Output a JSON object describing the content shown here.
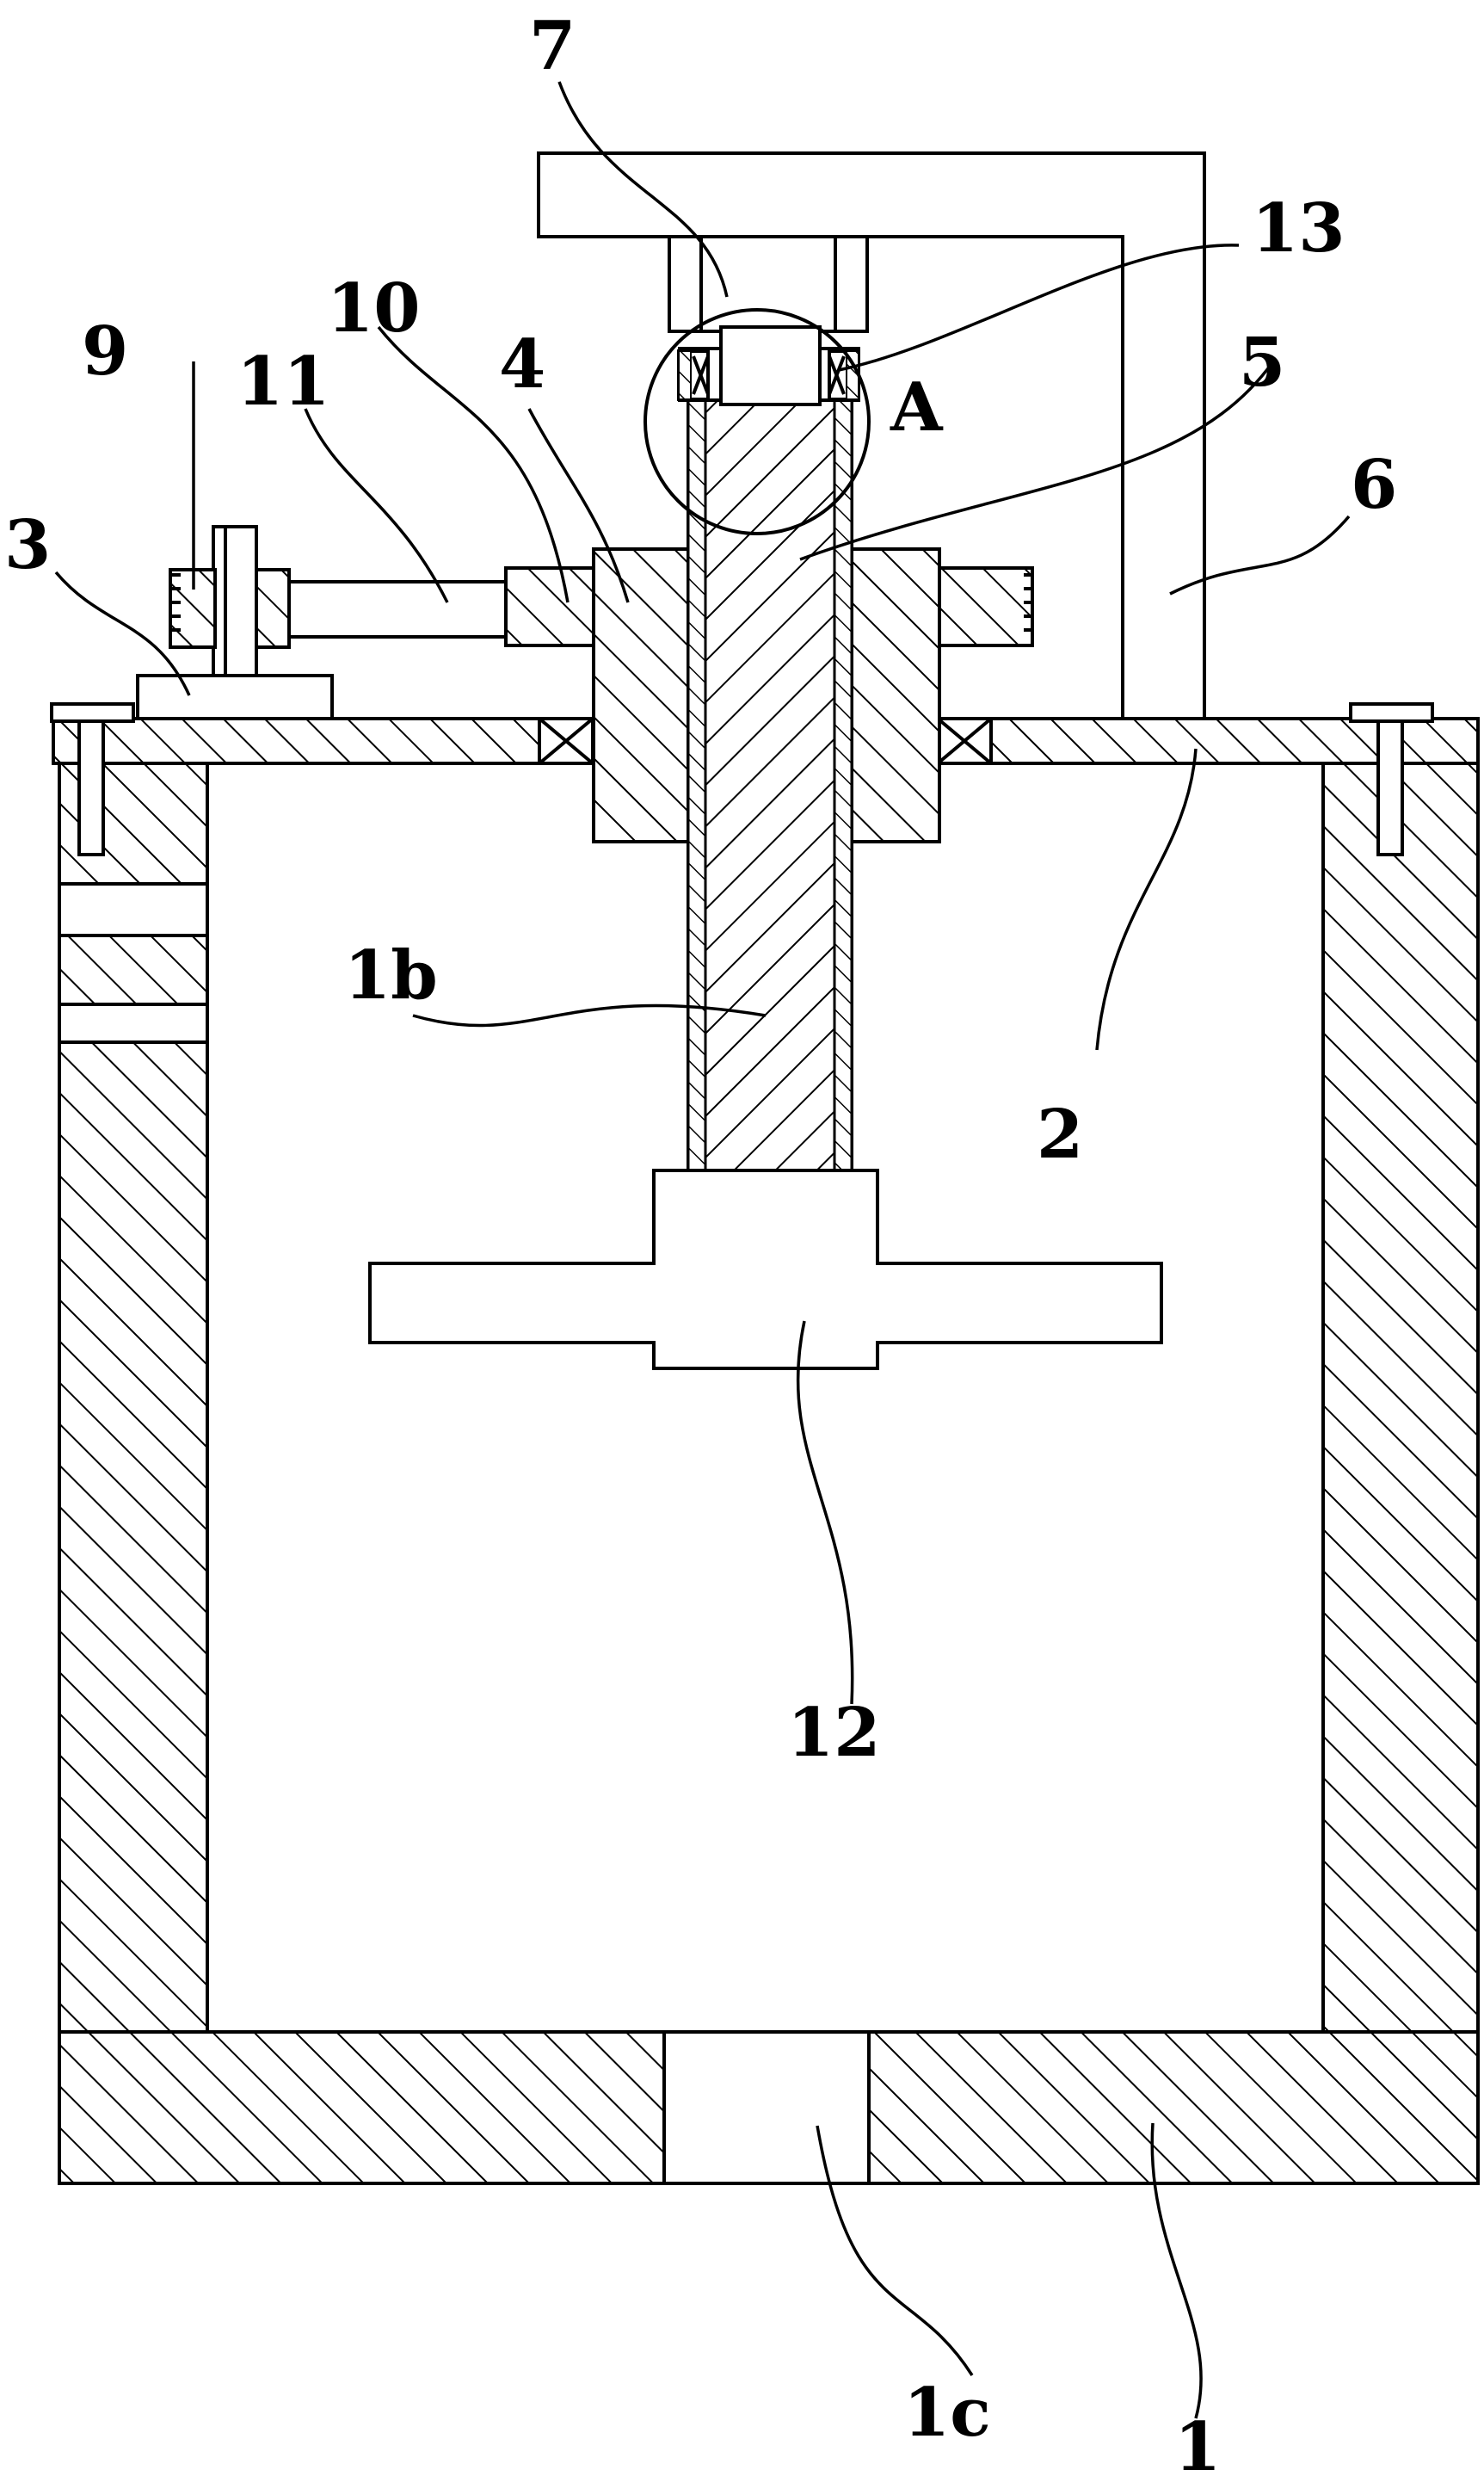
{
  "labels": {
    "l7": "7",
    "l13": "13",
    "lA": "A",
    "l5": "5",
    "l10": "10",
    "l9": "9",
    "l11": "11",
    "l4": "4",
    "l3": "3",
    "l6": "6",
    "l1b": "1b",
    "l2": "2",
    "l12": "12",
    "l1c": "1c",
    "l1": "1"
  }
}
